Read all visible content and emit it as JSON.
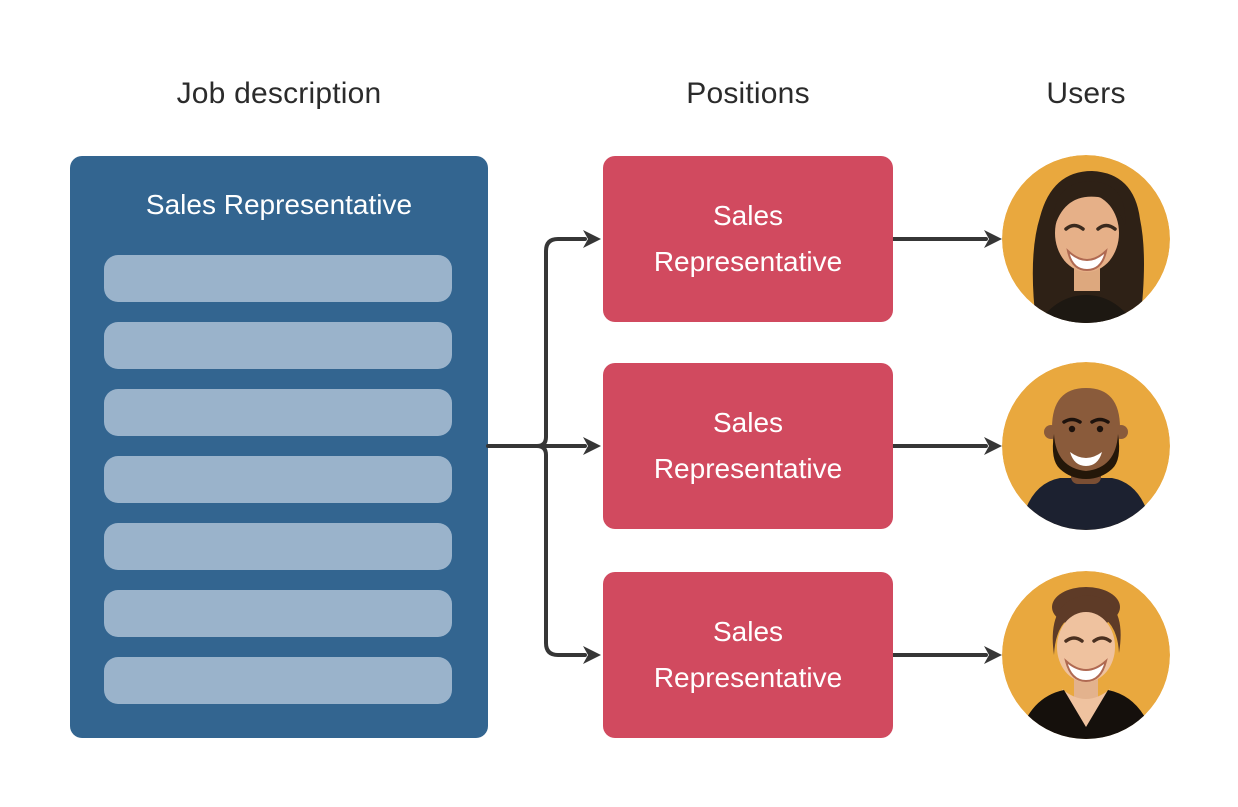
{
  "colors": {
    "background": "#ffffff",
    "header_text": "#2b2b2b",
    "job_card_bg": "#336590",
    "job_card_bar": "#9ab3cb",
    "job_card_title_text": "#ffffff",
    "position_box_bg": "#d14a5f",
    "position_box_text": "#ffffff",
    "avatar_circle_bg": "#e9a83e",
    "connector": "#363636"
  },
  "headers": {
    "job_description": "Job description",
    "positions": "Positions",
    "users": "Users"
  },
  "job_description": {
    "title": "Sales Representative",
    "placeholder_bar_count": 7
  },
  "positions": {
    "items": [
      {
        "label": "Sales Representative"
      },
      {
        "label": "Sales Representative"
      },
      {
        "label": "Sales Representative"
      }
    ]
  },
  "users": {
    "avatars": [
      {
        "description": "smiling woman with long dark hair"
      },
      {
        "description": "smiling bald man with short beard wearing dark t-shirt"
      },
      {
        "description": "smiling woman with brown updo hair wearing black top"
      }
    ]
  }
}
